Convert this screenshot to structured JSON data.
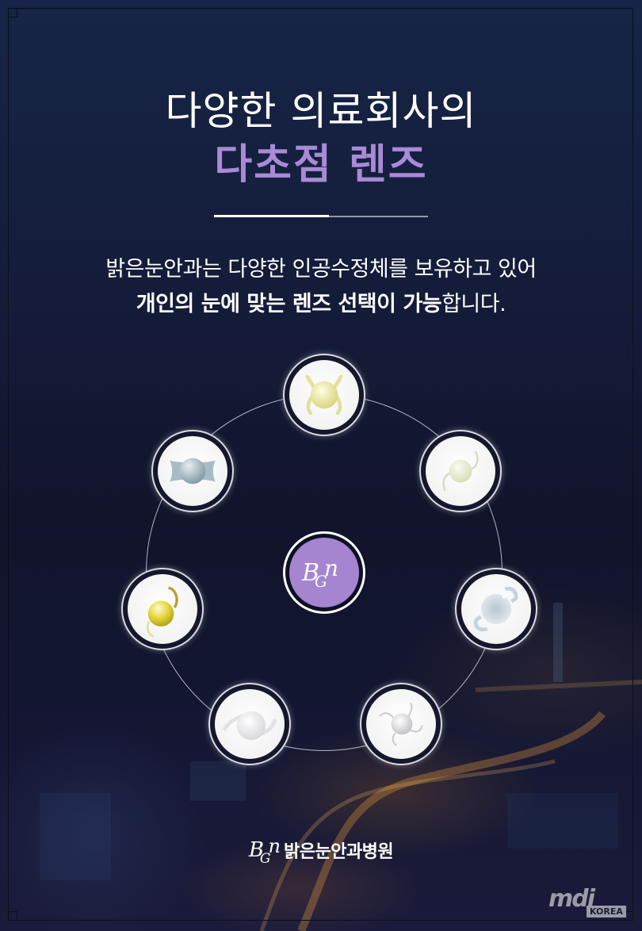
{
  "header": {
    "title_line1": "다양한 의료회사의",
    "title_line2": "다초점 렌즈",
    "accent_color": "#a98ad4"
  },
  "description": {
    "line1": "밝은눈안과는 다양한 인공수정체를 보유하고 있어",
    "line2_bold": "개인의 눈에 맞는 렌즈 선택이 가능",
    "line2_regular": "합니다."
  },
  "diagram": {
    "center_logo": {
      "b": "B",
      "g": "G",
      "n": "n",
      "color": "#a584d0"
    },
    "lenses": [
      {
        "name": "lens-top",
        "tint": "yellow",
        "style": "four-haptic"
      },
      {
        "name": "lens-top-right",
        "tint": "pale-green",
        "style": "c-loop"
      },
      {
        "name": "lens-right",
        "tint": "light-blue",
        "style": "closed-loop"
      },
      {
        "name": "lens-bottom-right",
        "tint": "clear",
        "style": "four-haptic"
      },
      {
        "name": "lens-bottom-left",
        "tint": "clear",
        "style": "c-loop"
      },
      {
        "name": "lens-left",
        "tint": "gold",
        "style": "c-loop"
      },
      {
        "name": "lens-top-left",
        "tint": "blue-grey",
        "style": "plate"
      }
    ]
  },
  "footer": {
    "logo": {
      "b": "B",
      "g": "G",
      "n": "n"
    },
    "hospital_name": "밝은눈안과병원"
  },
  "watermark": {
    "text": "mdi",
    "sub": "KOREA"
  }
}
